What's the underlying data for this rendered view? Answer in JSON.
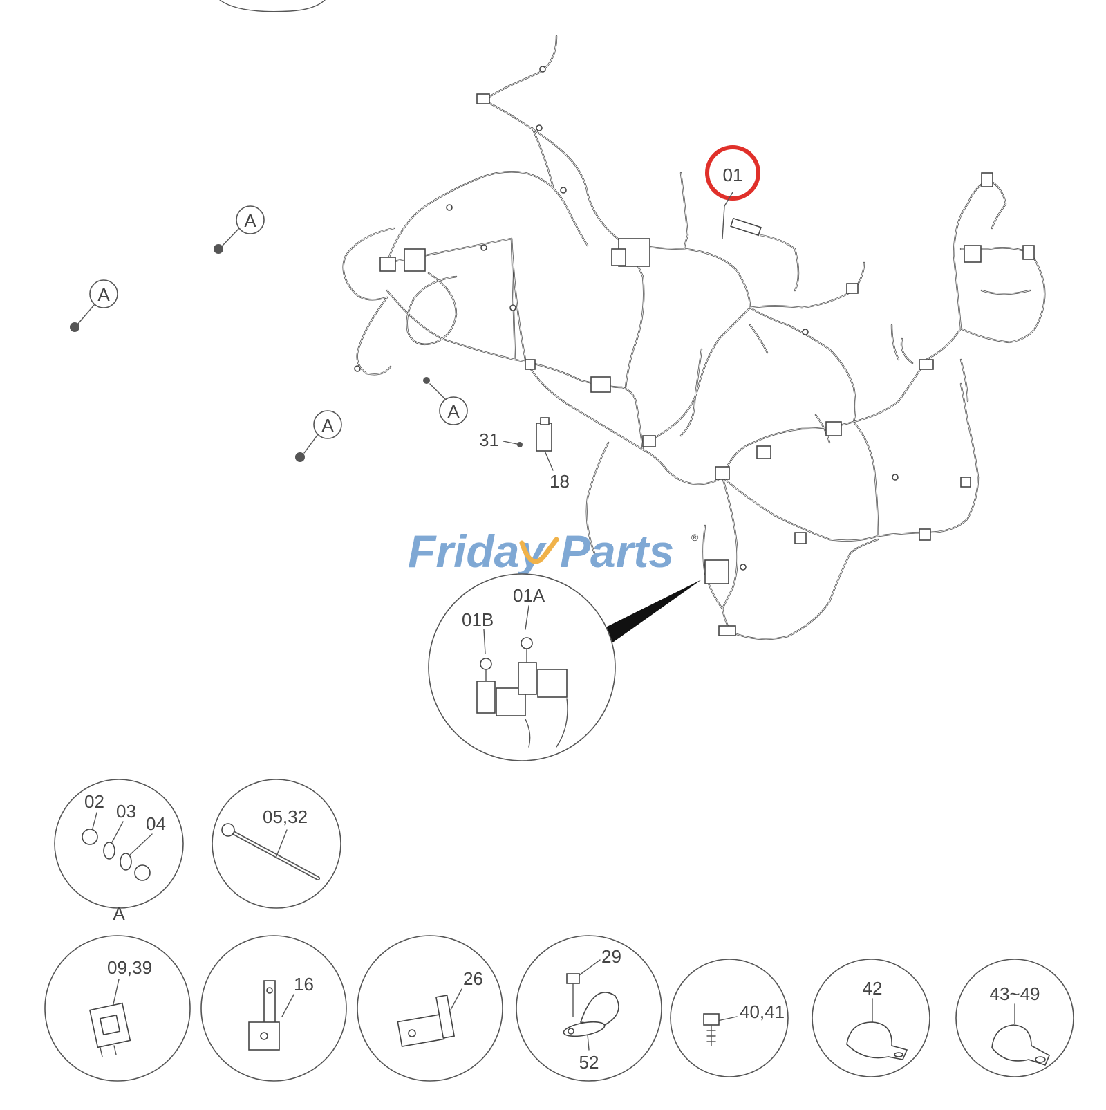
{
  "diagram": {
    "main_label": "01",
    "callout_letter": "A",
    "labels": {
      "p31": "31",
      "p18": "18",
      "p01a": "01A",
      "p01b": "01B"
    },
    "detail_circles": {
      "a_group": {
        "labels": [
          "02",
          "03",
          "04"
        ],
        "caption": "A"
      },
      "tie": "05,32",
      "connector": "09,39",
      "bracket16": "16",
      "bracket26": "26",
      "clamp29": {
        "top": "29",
        "bottom": "52"
      },
      "bolt": "40,41",
      "clamp42": "42",
      "clamp43": "43~49"
    },
    "watermark": {
      "part1": "Friday",
      "part2": "Parts",
      "mark": "®"
    },
    "highlight_color": "#e0302a",
    "watermark_color": "#7fa8d4"
  }
}
